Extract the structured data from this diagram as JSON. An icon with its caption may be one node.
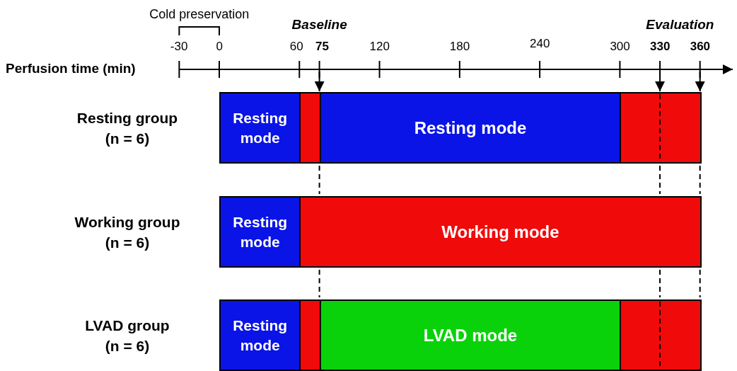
{
  "diagram": {
    "nodes": [
      {
        "text": [
          "Resting mode"
        ]
      },
      {
        "text": [],
        "shape": "bar"
      },
      {
        "text": [
          "Resting mode"
        ]
      },
      {
        "text": [],
        "shape": "bar"
      },
      {
        "text": [
          "Resting mode"
        ]
      },
      {
        "text": [
          "Working mode"
        ]
      },
      {
        "text": [
          "Resting mode"
        ]
      },
      {
        "text": [],
        "shape": "bar"
      },
      {
        "text": [
          "LVAD mode"
        ]
      },
      {
        "text": [],
        "shape": "bar"
      }
    ],
    "edges": [
      {
        "from": null,
        "to": 1,
        "arrow": "to"
      },
      {
        "from": null,
        "to": 3,
        "arrow": "to"
      },
      {
        "from": null,
        "to": 3,
        "arrow": "to"
      }
    ],
    "labels": [
      "Cold preservation",
      "Baseline",
      "Evaluation",
      "-30",
      "0",
      "60",
      "75",
      "120",
      "180",
      "240",
      "300",
      "330",
      "360",
      "Perfusion time (min)",
      "Resting group (n = 6)",
      "Working group (n = 6)",
      "LVAD group (n = 6)"
    ]
  }
}
